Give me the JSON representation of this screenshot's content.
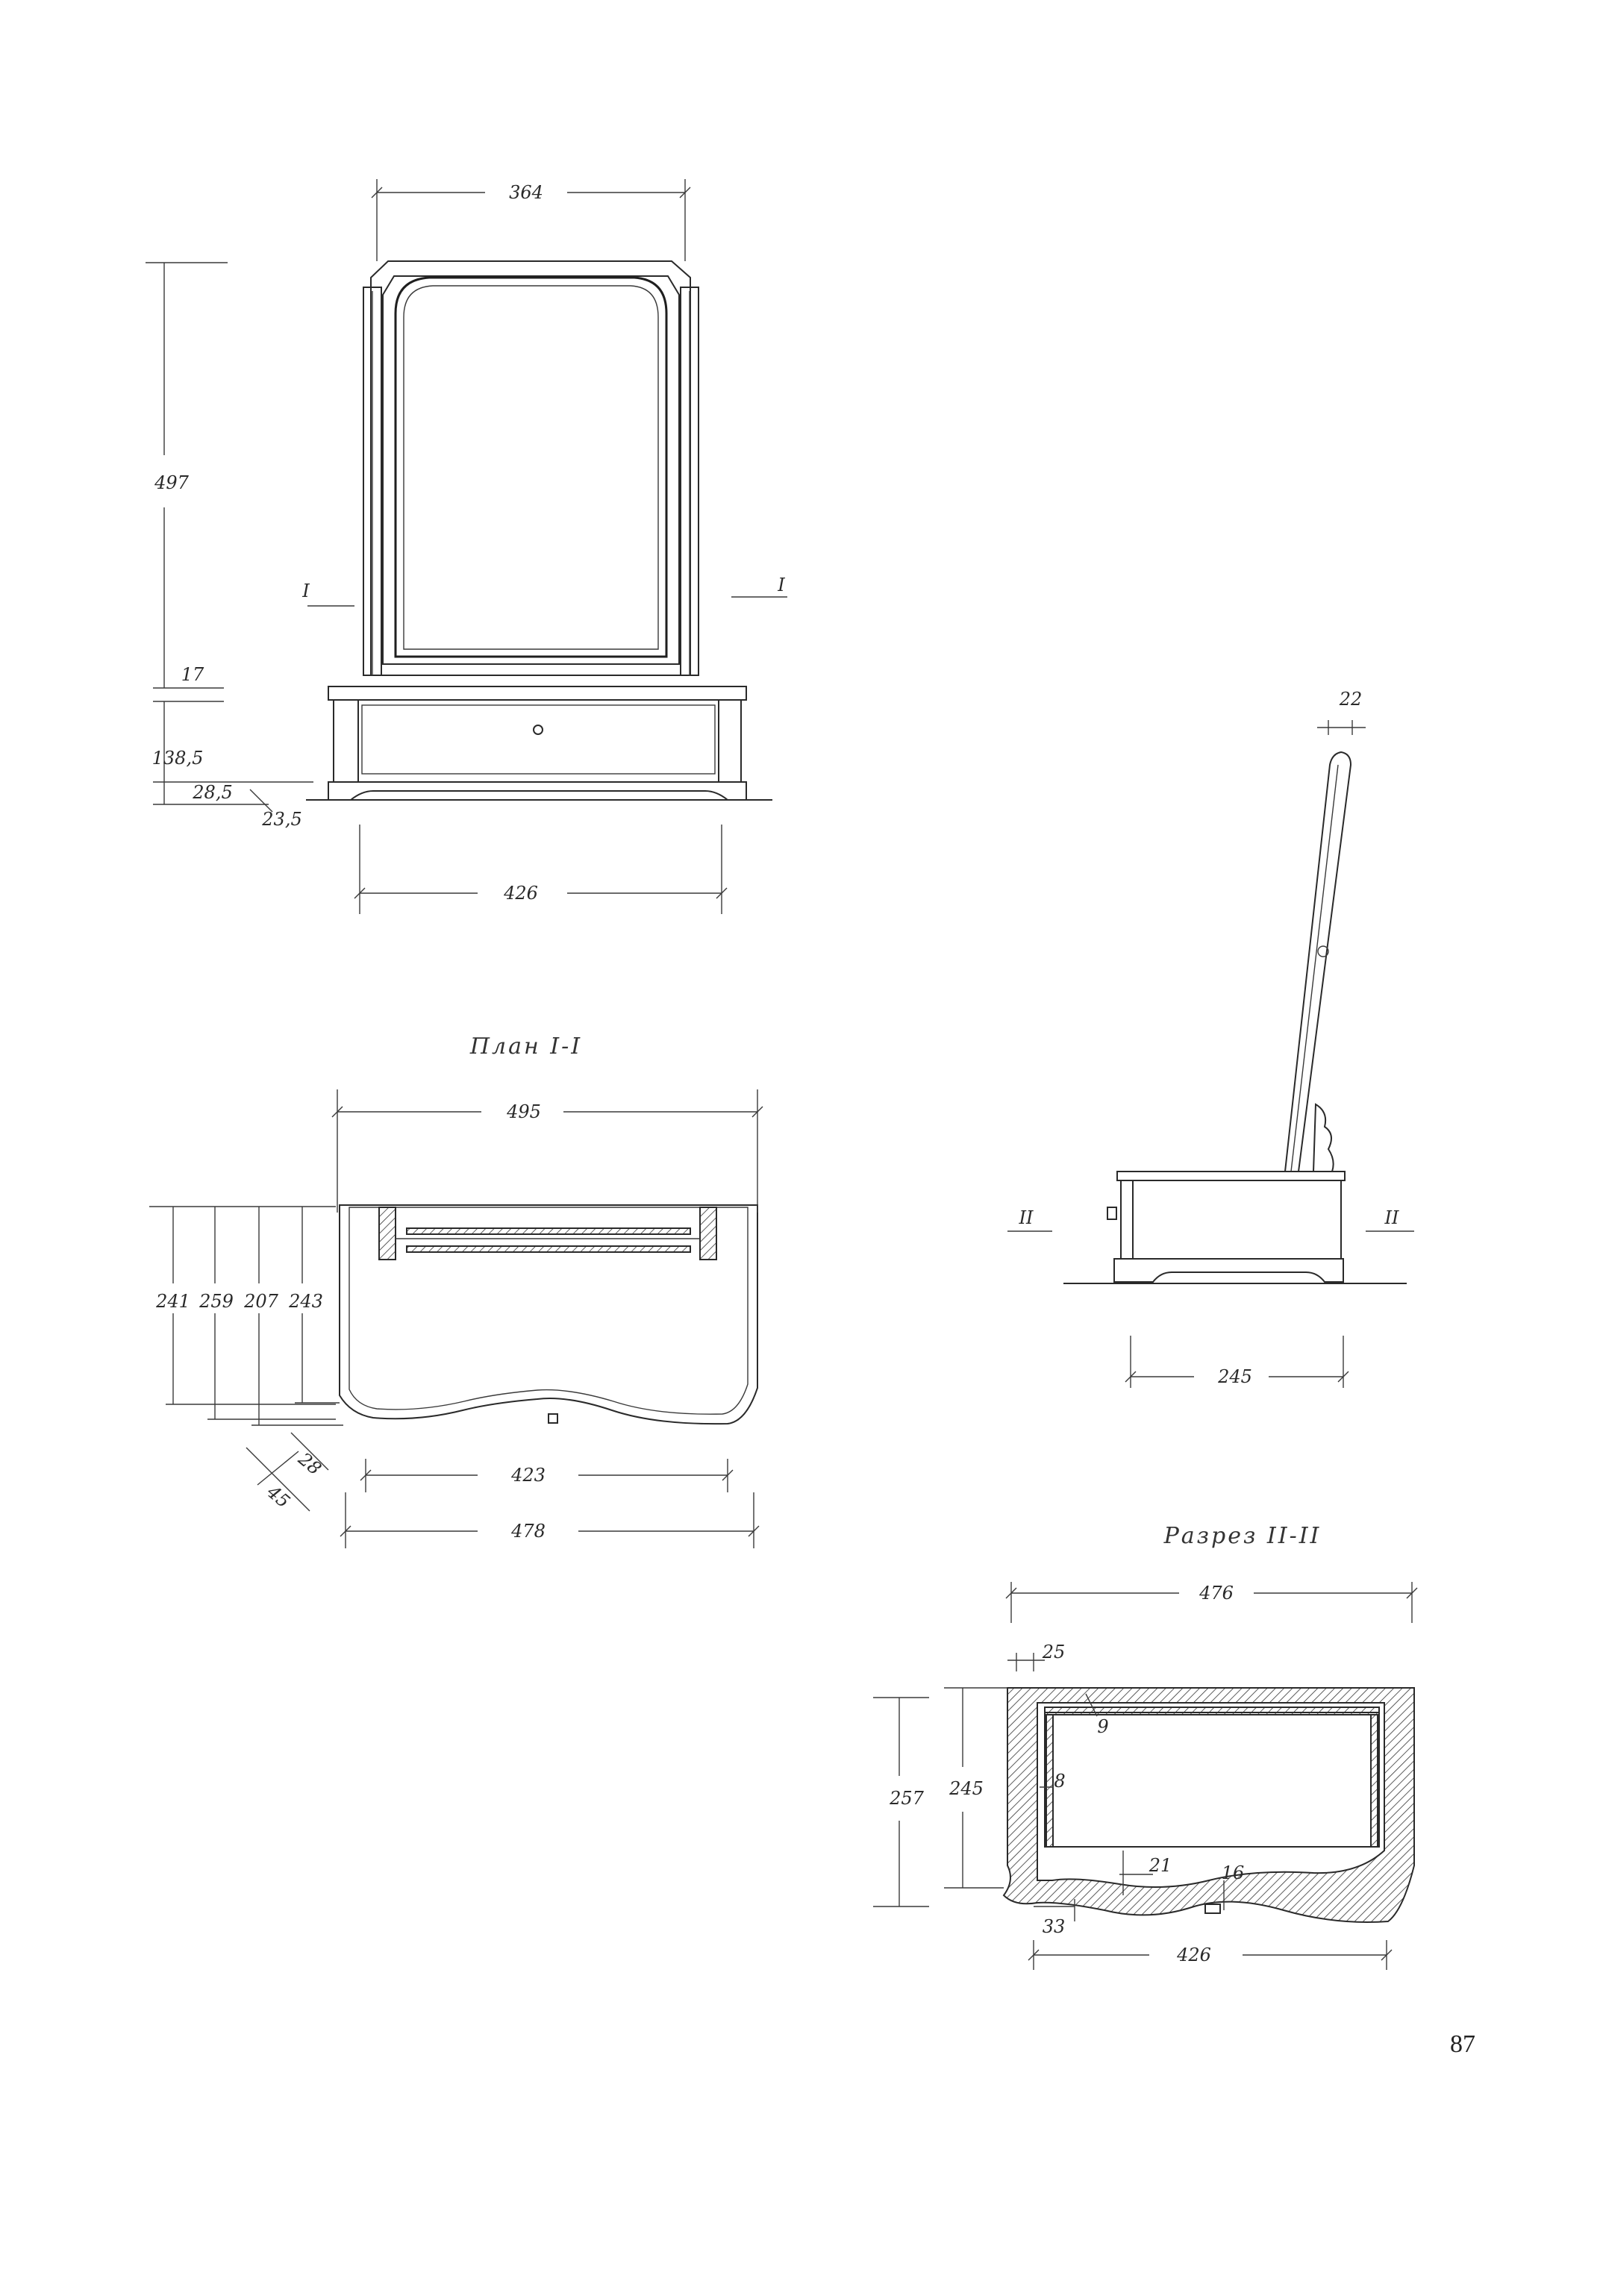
{
  "captions": {
    "plan": "План I-I",
    "section": "Разрез II-II"
  },
  "section_marks": {
    "front_left": "I",
    "front_right": "I",
    "side_left": "II",
    "side_right": "II"
  },
  "front_view": {
    "width_mirror": "364",
    "height_mirror": "497",
    "dim_17": "17",
    "dim_138_5": "138,5",
    "dim_28_5": "28,5",
    "dim_23_5": "23,5",
    "width_base": "426"
  },
  "side_view": {
    "dim_22": "22",
    "depth": "245"
  },
  "plan_view": {
    "width_top": "495",
    "depths": [
      "241",
      "259",
      "207",
      "243"
    ],
    "dim_28": "28",
    "dim_45": "45",
    "width_423": "423",
    "width_478": "478"
  },
  "section_view": {
    "width_top": "476",
    "dim_25": "25",
    "dim_9": "9",
    "dim_8": "8",
    "height_257": "257",
    "height_245": "245",
    "dim_21": "21",
    "dim_16": "16",
    "dim_33": "33",
    "width_bottom": "426"
  },
  "page_number": "87"
}
